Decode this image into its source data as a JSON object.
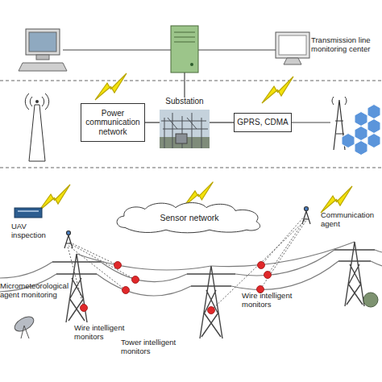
{
  "diagram": {
    "nodes": [
      {
        "text": [
          "Transmission line monitoring center"
        ]
      },
      {
        "text": [
          "Power communication network"
        ]
      },
      {
        "text": [
          "Substation"
        ]
      },
      {
        "text": [
          "GPRS, CDMA"
        ]
      },
      {
        "text": [
          "Sensor network"
        ]
      }
    ],
    "edges": [
      {
        "from": 1,
        "to": 2,
        "arrow": "none"
      },
      {
        "from": 2,
        "to": 3,
        "arrow": "none"
      }
    ],
    "labels": [
      "UAV inspection",
      "Communication agent",
      "Wire intelligent monitors",
      "Micrometeorological agent monitoring",
      "Wire intelligent monitors",
      "Tower intelligent monitors"
    ]
  }
}
